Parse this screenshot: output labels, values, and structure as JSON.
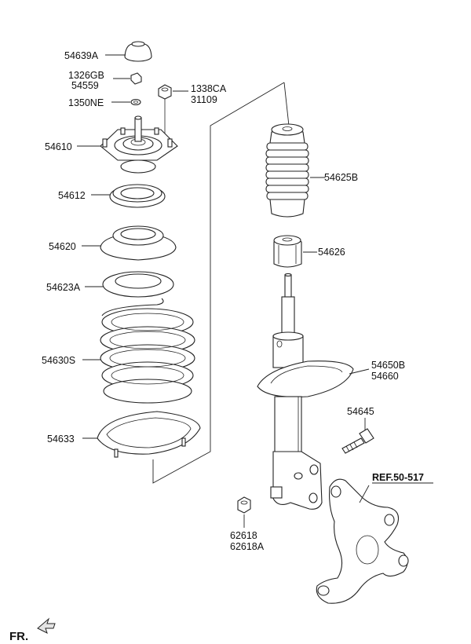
{
  "labels": {
    "p54639A": "54639A",
    "p1326GB": "1326GB",
    "p54559": "54559",
    "p1350NE": "1350NE",
    "p1338CA": "1338CA",
    "p31109": "31109",
    "p54610": "54610",
    "p54612": "54612",
    "p54620": "54620",
    "p54623A": "54623A",
    "p54630S": "54630S",
    "p54633": "54633",
    "p54625B": "54625B",
    "p54626": "54626",
    "p54650B": "54650B",
    "p54660": "54660",
    "p54645": "54645",
    "p62618": "62618",
    "p62618A": "62618A",
    "ref": "REF.50-517",
    "fr": "FR."
  }
}
